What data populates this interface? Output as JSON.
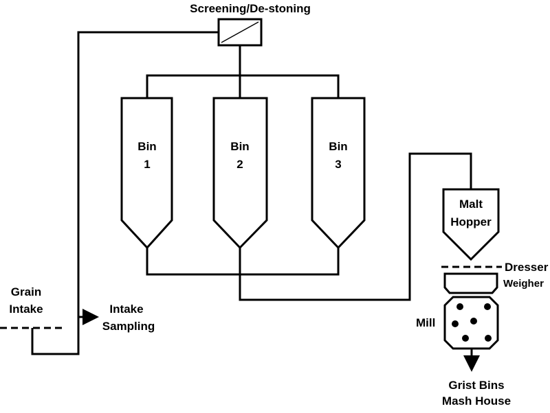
{
  "labels": {
    "screening": "Screening/De-stoning",
    "bins": [
      {
        "line1": "Bin",
        "line2": "1"
      },
      {
        "line1": "Bin",
        "line2": "2"
      },
      {
        "line1": "Bin",
        "line2": "3"
      }
    ],
    "malt_hopper": {
      "line1": "Malt",
      "line2": "Hopper"
    },
    "dresser": "Dresser",
    "weigher": "Weigher",
    "mill": "Mill",
    "grain_intake": {
      "line1": "Grain",
      "line2": "Intake"
    },
    "intake_sampling": {
      "line1": "Intake",
      "line2": "Sampling"
    },
    "grist_bins": {
      "line1": "Grist Bins",
      "line2": "Mash House"
    }
  },
  "colors": {
    "line": "#000000",
    "background": "#ffffff"
  }
}
